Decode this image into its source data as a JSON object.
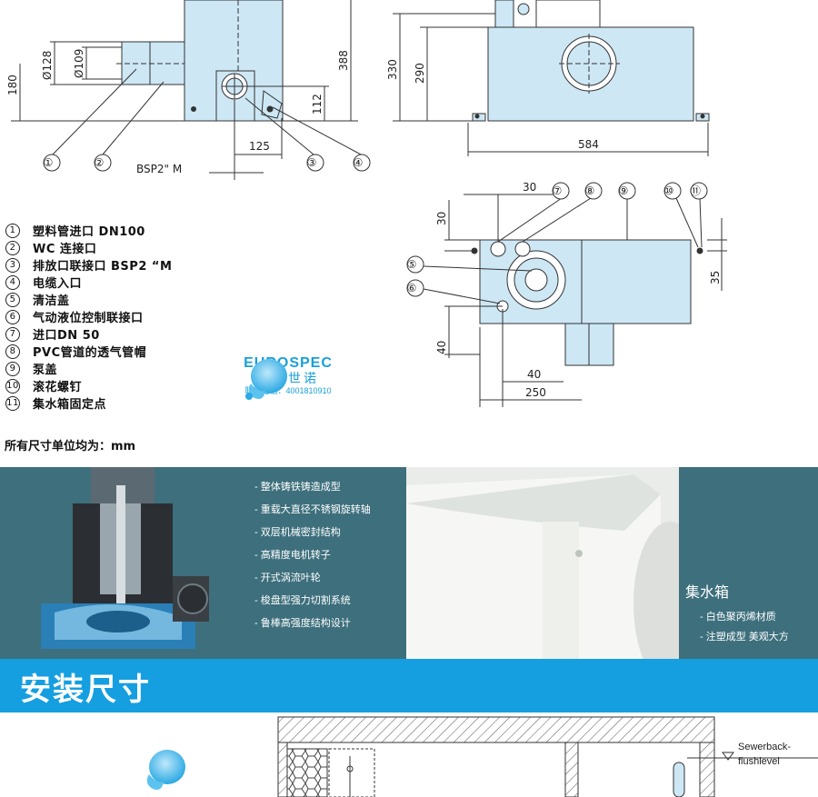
{
  "drawing": {
    "side_view": {
      "dims": {
        "d128": "Ø128",
        "d109": "Ø109",
        "h180": "180",
        "h388": "388",
        "h112": "112",
        "w125": "125",
        "bsp": "BSP2\" M"
      },
      "callouts": [
        "①",
        "②",
        "③",
        "④"
      ]
    },
    "front_view": {
      "dims": {
        "h330": "330",
        "h290": "290",
        "w584": "584"
      }
    },
    "top_view": {
      "dims": {
        "w30": "30",
        "h30": "30",
        "h35": "35",
        "h40": "40",
        "w40": "40",
        "w250": "250"
      },
      "callouts": [
        "⑦",
        "⑧",
        "⑨",
        "⑩",
        "⑪",
        "⑤",
        "⑥"
      ]
    }
  },
  "legend": [
    {
      "num": "1",
      "text": "塑料管进口 DN100"
    },
    {
      "num": "2",
      "text": "WC 连接口"
    },
    {
      "num": "3",
      "text": "排放口联接口 BSP2 “M"
    },
    {
      "num": "4",
      "text": "电缆入口"
    },
    {
      "num": "5",
      "text": "清洁盖"
    },
    {
      "num": "6",
      "text": "气动液位控制联接口"
    },
    {
      "num": "7",
      "text": "进口DN 50"
    },
    {
      "num": "8",
      "text": "PVC管道的透气管帽"
    },
    {
      "num": "9",
      "text": "泵盖"
    },
    {
      "num": "10",
      "text": "滚花螺钉"
    },
    {
      "num": "11",
      "text": "集水箱固定点"
    }
  ],
  "unit_note": "所有尺寸单位均为：mm",
  "brand": {
    "name": "EUROSPEC",
    "name_cn": "欧标世诺",
    "phone": "联系电话：4001810910"
  },
  "features": {
    "pump_points": [
      "- 整体铸铁铸造成型",
      "- 重载大直径不锈钢旋转轴",
      "- 双层机械密封结构",
      "- 高精度电机转子",
      "- 开式涡流叶轮",
      "- 梭盘型强力切割系统",
      "- 鲁棒高强度结构设计"
    ],
    "tank_title": "集水箱",
    "tank_points": [
      "- 白色聚丙烯材质",
      "- 注塑成型    美观大方"
    ]
  },
  "install": {
    "title": "安装尺寸",
    "sewer_label_1": "Sewerback-",
    "sewer_label_2": "flushlevel"
  },
  "colors": {
    "body_fill": "#cde7f5",
    "band_bg": "#3d6f7c",
    "bar_bg": "#159fe0",
    "brand": "#1aa0d8"
  }
}
